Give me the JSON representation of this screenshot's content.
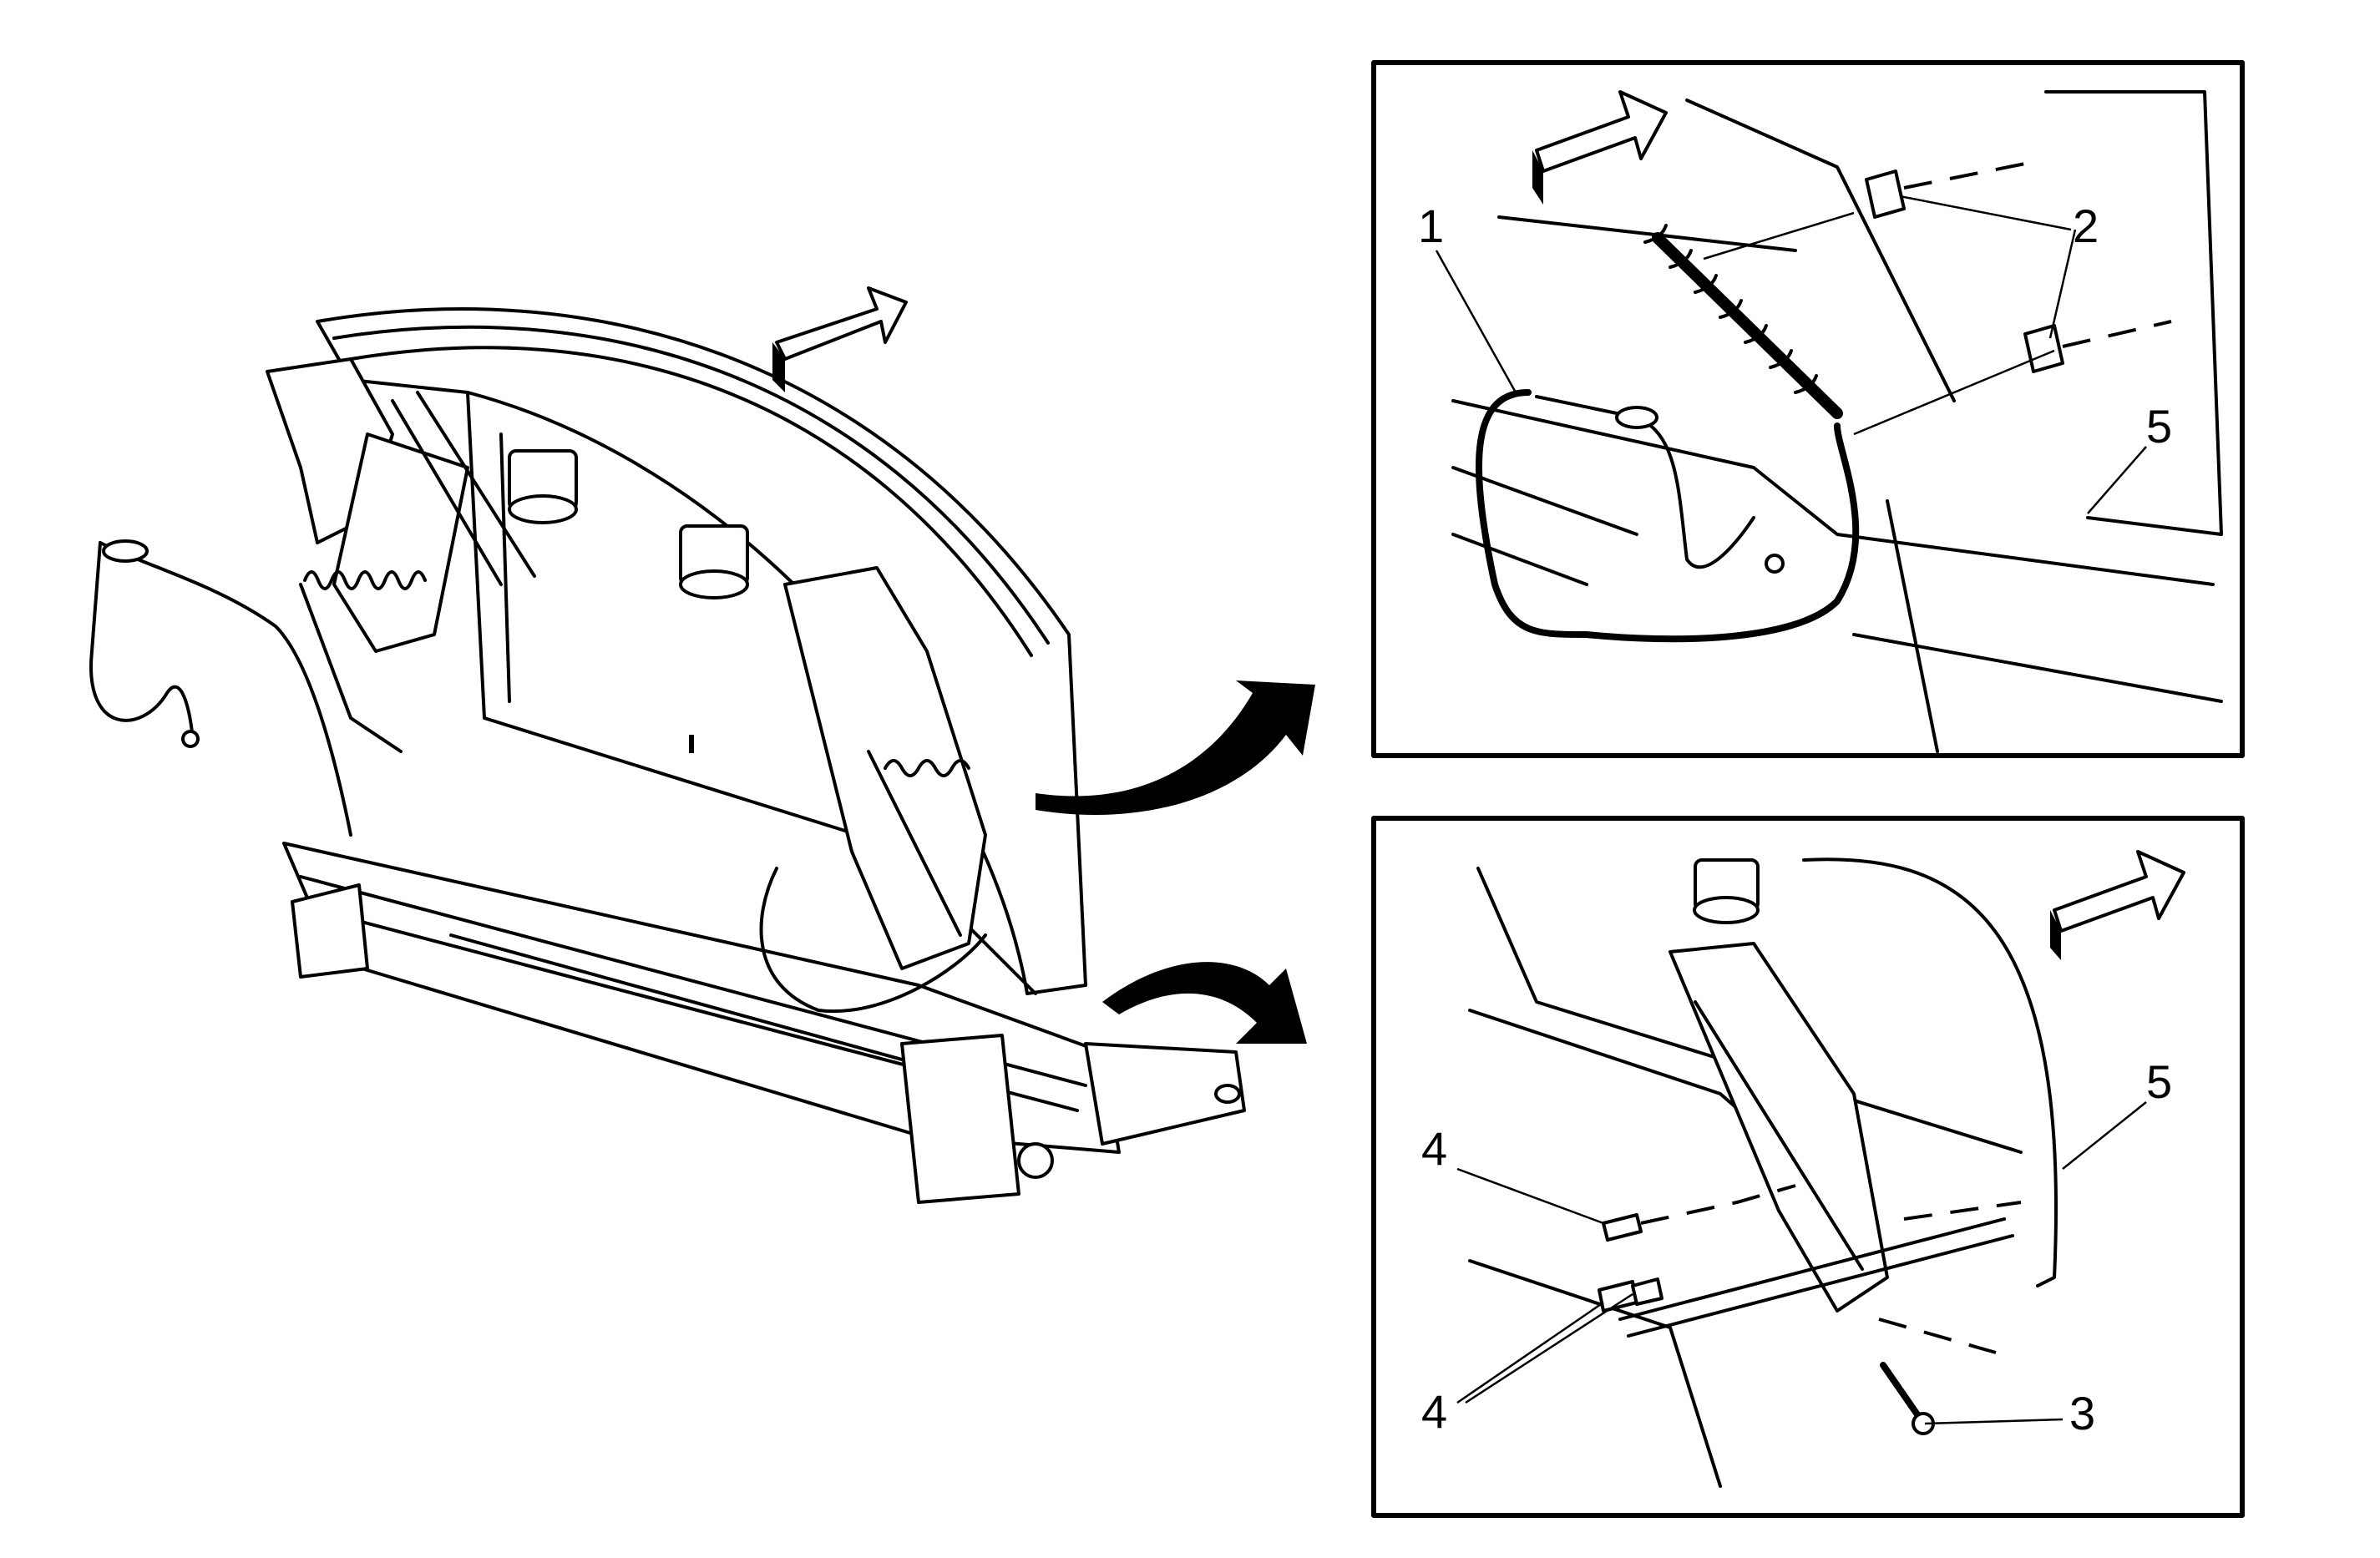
{
  "callouts": {
    "c1": "1",
    "c2": "2",
    "c3": "3",
    "c4a": "4",
    "c4b": "4",
    "c5a": "5",
    "c5b": "5"
  },
  "colors": {
    "line": "#000000",
    "background": "#ffffff"
  }
}
